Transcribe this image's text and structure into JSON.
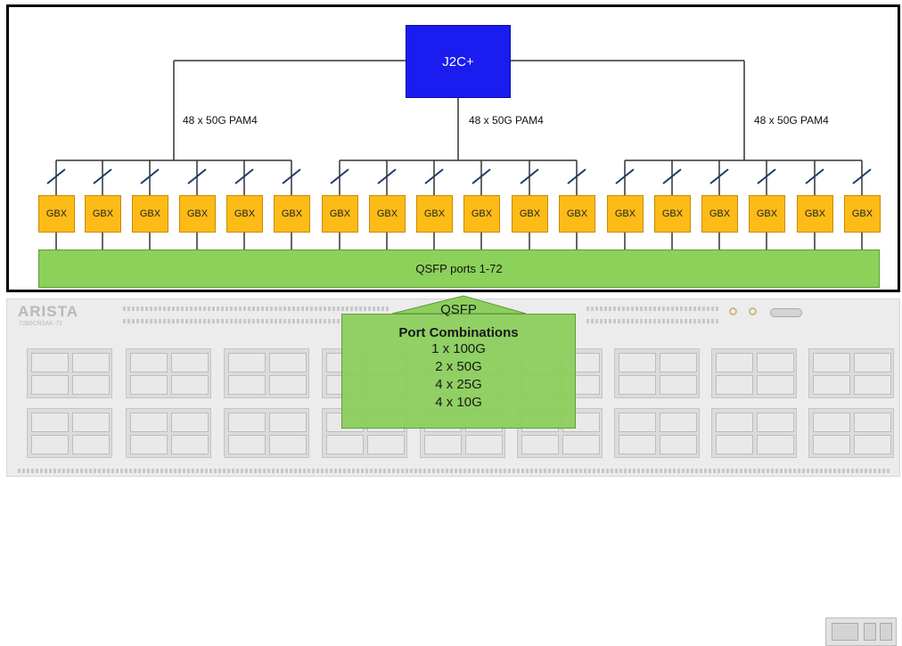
{
  "asic": {
    "label": "J2C+"
  },
  "links": [
    {
      "label": "48 x 50G PAM4"
    },
    {
      "label": "48 x 50G PAM4"
    },
    {
      "label": "48 x 50G PAM4"
    }
  ],
  "gearbox": {
    "label": "GBX",
    "count": 18
  },
  "front_panel": {
    "label": "QSFP ports 1-72"
  },
  "chassis": {
    "vendor": "ARISTA",
    "model": "7280CR3AK-72"
  },
  "callout": {
    "title": "QSFP",
    "heading": "Port Combinations",
    "combinations": [
      "1 x 100G",
      "2 x 50G",
      "4 x 25G",
      "4 x 10G"
    ]
  },
  "colors": {
    "asic": "#1a1cf0",
    "gearbox": "#fdbb17",
    "ports": "#8cd15a",
    "frame": "#000000"
  }
}
